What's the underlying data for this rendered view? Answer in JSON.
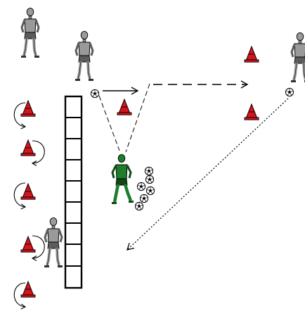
{
  "colors": {
    "background": "#ffffff",
    "outline": "#000000",
    "cone_fill": "#d6141c",
    "player_grey": "#9a9a9a",
    "player_grey_dark": "#5c5c5c",
    "player_green": "#1e7d2b",
    "player_green_dark": "#0d4a16",
    "ball_fill": "#ffffff"
  },
  "icons": {
    "cone": "training-cone-icon",
    "player": "player-figure-icon",
    "ball": "soccer-ball-icon",
    "ladder": "agility-ladder-icon",
    "rotation": "rotation-arrow-icon"
  },
  "elements": {
    "ladder_rungs": 9,
    "cone_count_left_column": 5,
    "cone_count_field": 3,
    "ball_count": 8,
    "player_count": 5
  }
}
